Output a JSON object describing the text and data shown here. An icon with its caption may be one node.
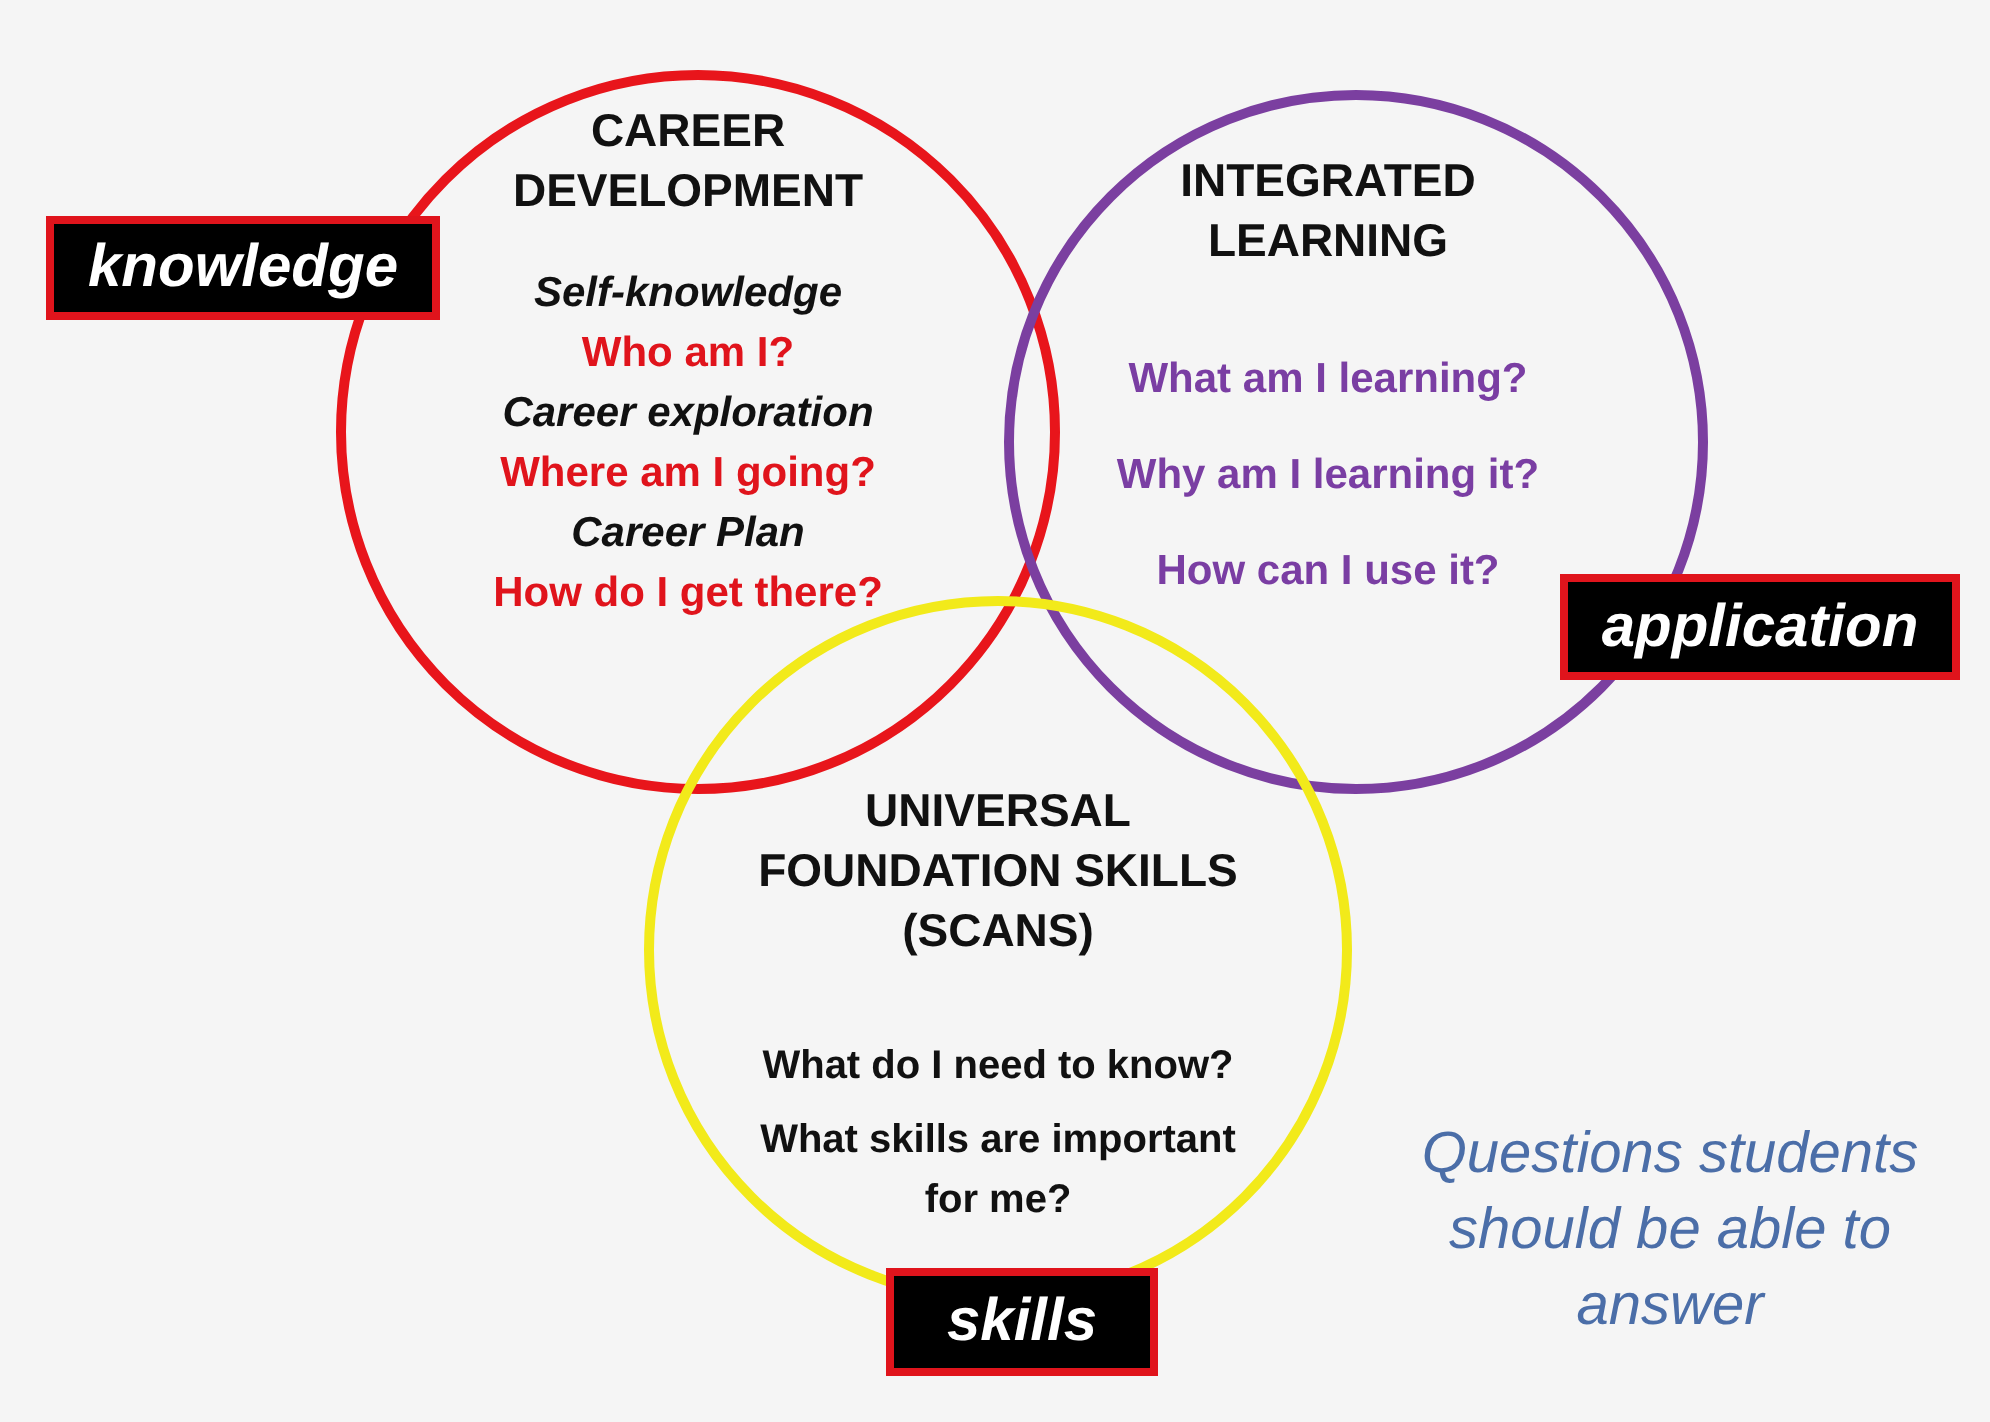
{
  "diagram": {
    "nodes": [
      {
        "text": [
          "CAREER DEVELOPMENT",
          "Self-knowledge",
          "Who am I?",
          "Career exploration",
          "Where am I going?",
          "Career Plan",
          "How do I get there?"
        ]
      },
      {
        "text": [
          "INTEGRATED LEARNING",
          "What am I learning?",
          "Why am I learning it?",
          "How can I use it?"
        ]
      },
      {
        "text": [
          "UNIVERSAL FOUNDATION SKILLS (SCANS)",
          "What do I need to know?",
          "What skills are important for me?"
        ]
      },
      {
        "text": [
          "knowledge"
        ]
      },
      {
        "text": [
          "application"
        ]
      },
      {
        "text": [
          "skills"
        ]
      }
    ],
    "edges": [],
    "labels": [
      "Questions students should be able to answer"
    ]
  }
}
